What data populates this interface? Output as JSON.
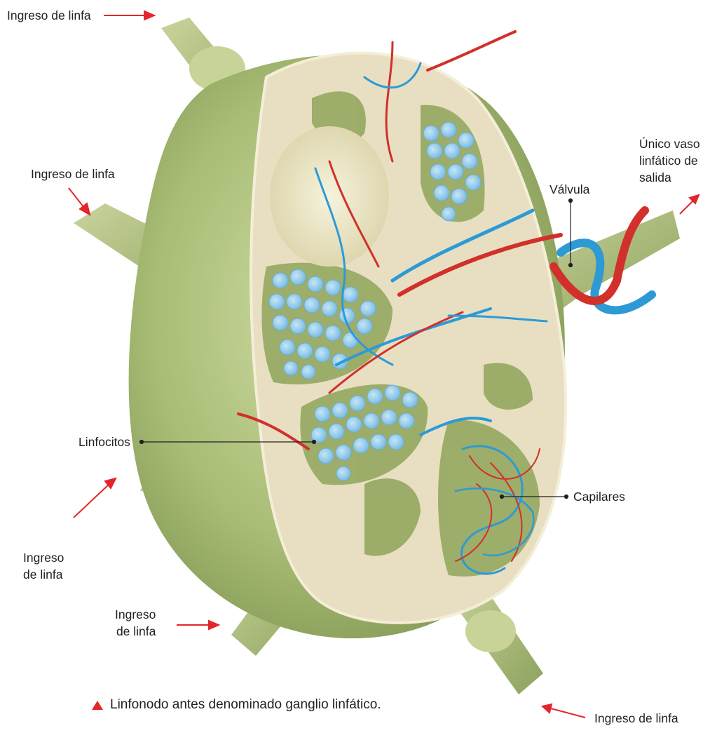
{
  "diagram": {
    "labels": {
      "ingreso_top": "Ingreso de linfa",
      "ingreso_left": "Ingreso de linfa",
      "ingreso_lower_left": "Ingreso\nde linfa",
      "ingreso_bottom": "Ingreso\nde linfa",
      "ingreso_bottom_right": "Ingreso de linfa",
      "unico_vaso": "Único vaso\nlinfático de\nsalida",
      "valvula": "Válvula",
      "linfocitos": "Linfocitos",
      "capilares": "Capilares"
    },
    "caption": "Linfonodo antes denominado ganglio linfático.",
    "colors": {
      "arrow": "#e3262b",
      "node_capsule": "#9fb36a",
      "tissue": "#e8dfc2",
      "lymphocyte": "#8cc6e8",
      "artery": "#d2302a",
      "vein": "#2d9ad6",
      "leader_line": "#231f20"
    }
  }
}
